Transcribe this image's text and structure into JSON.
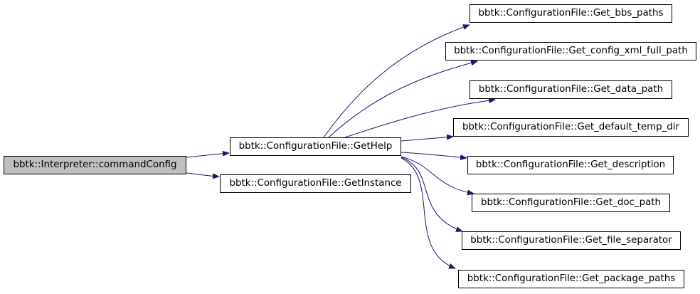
{
  "graph": {
    "root": {
      "label": "bbtk::Interpreter::commandConfig"
    },
    "callees": [
      {
        "label": "bbtk::ConfigurationFile::GetHelp"
      },
      {
        "label": "bbtk::ConfigurationFile::GetInstance"
      }
    ],
    "help_callees": [
      {
        "label": "bbtk::ConfigurationFile::Get_bbs_paths"
      },
      {
        "label": "bbtk::ConfigurationFile::Get_config_xml_full_path"
      },
      {
        "label": "bbtk::ConfigurationFile::Get_data_path"
      },
      {
        "label": "bbtk::ConfigurationFile::Get_default_temp_dir"
      },
      {
        "label": "bbtk::ConfigurationFile::Get_description"
      },
      {
        "label": "bbtk::ConfigurationFile::Get_doc_path"
      },
      {
        "label": "bbtk::ConfigurationFile::Get_file_separator"
      },
      {
        "label": "bbtk::ConfigurationFile::Get_package_paths"
      }
    ]
  },
  "colors": {
    "edge": "#191970",
    "node_border": "#000000",
    "root_fill": "#bfbfbf",
    "node_fill": "#ffffff"
  }
}
